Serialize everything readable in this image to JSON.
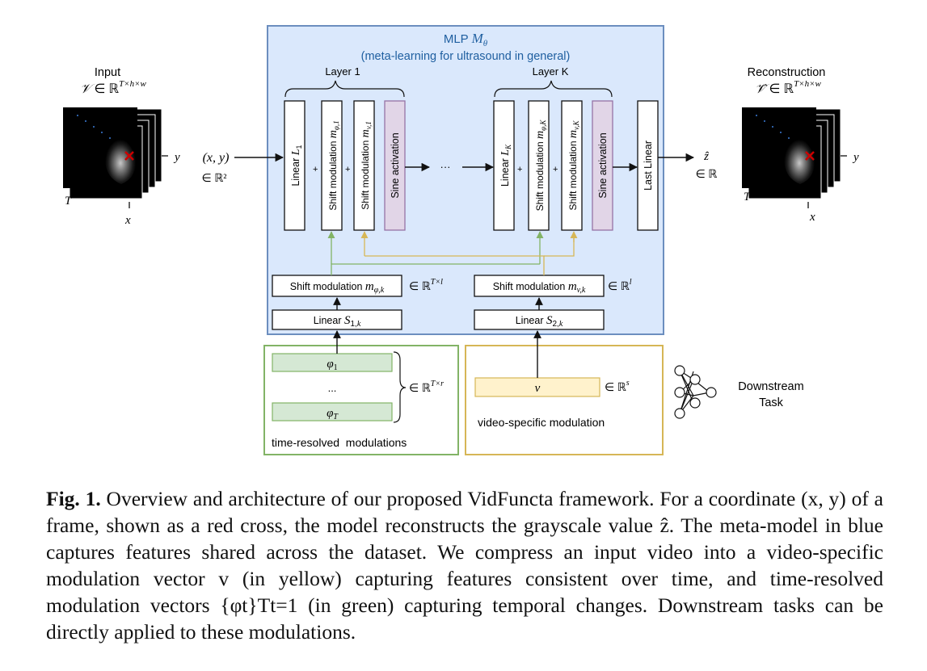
{
  "figure": {
    "mlp_title": "MLP M_θ",
    "mlp_subtitle": "(meta-learning for ultrasound in general)",
    "layer1_label": "Layer 1",
    "layerK_label": "Layer K",
    "input_label": "Input",
    "input_space": "𝒱 ∈ ℝT×h×w",
    "recon_label": "Reconstruction",
    "recon_space": "𝒱̂ ∈ ℝT×h×w",
    "axis_y": "y",
    "axis_x": "x",
    "axis_T": "T",
    "coord": "(x, y)",
    "coord_space": "∈ ℝ²",
    "output": "ẑ",
    "output_space": "∈ ℝ",
    "blocks": {
      "linear_1": "Linear L1",
      "shift_phi_1": "Shift modulation mφ,1",
      "shift_v_1": "Shift modulation mv,1",
      "sine_1": "Sine activation",
      "ellipsis": "···",
      "linear_K": "Linear LK",
      "shift_phi_K": "Shift modulation mφ,K",
      "shift_v_K": "Shift modulation mv,K",
      "sine_K": "Sine activation",
      "last_linear": "Last Linear",
      "plus": "+"
    },
    "shift_phi_box": "Shift modulation mφ,k",
    "shift_phi_space": "∈ ℝT×l",
    "shift_v_box": "Shift modulation mv,k",
    "shift_v_space": "∈ ℝl",
    "linear_S1": "Linear S1,k",
    "linear_S2": "Linear S2,k",
    "phi_1": "φ1",
    "phi_dots": "...",
    "phi_T": "φT",
    "phi_space": "∈ ℝT×r",
    "time_resolved_label": "time-resolved  modulations",
    "v_label": "v",
    "v_space": "∈ ℝs",
    "video_specific_label": "video-specific modulation",
    "downstream_label_1": "Downstream",
    "downstream_label_2": "Task"
  },
  "caption": {
    "fig_label": "Fig. 1.",
    "text": "Overview and architecture of our proposed VidFuncta framework. For a coordinate (x, y) of a frame, shown as a red cross, the model reconstructs the grayscale value ẑ. The meta-model in blue captures features shared across the dataset. We compress an input video into a video-specific modulation vector v (in yellow) capturing features consistent over time, and time-resolved modulation vectors {φt}Tt=1 (in green) capturing temporal changes. Downstream tasks can be directly applied to these modulations."
  },
  "colors": {
    "mlp_fill": "#dae8fc",
    "mlp_stroke": "#6c8ebf",
    "green_fill": "#d5e8d4",
    "green_stroke": "#82b366",
    "yellow_fill": "#fff2cc",
    "yellow_stroke": "#d6b656",
    "sine_fill": "#e1d5e7",
    "sine_stroke": "#9673a6",
    "title_blue": "#1f5fa0",
    "cross_red": "#cc0000"
  }
}
